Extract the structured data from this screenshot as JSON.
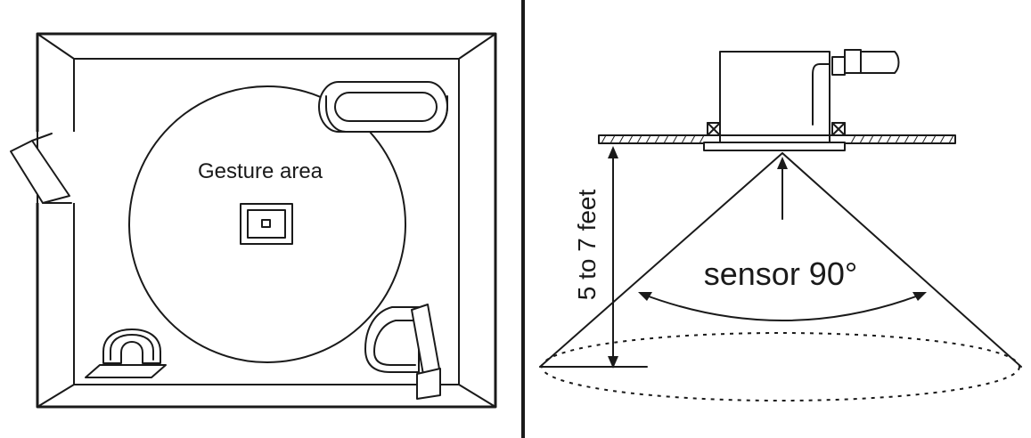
{
  "left_panel": {
    "area_label": "Gesture area"
  },
  "right_panel": {
    "height_label": "5 to 7 feet",
    "angle_label": "sensor 90°"
  },
  "colors": {
    "ink": "#1a1a1a",
    "background": "#ffffff"
  },
  "icons": [
    "bathtub-icon",
    "toilet-icon",
    "sink-icon",
    "door-icon",
    "sensor-icon",
    "ceiling-sensor-icon"
  ]
}
